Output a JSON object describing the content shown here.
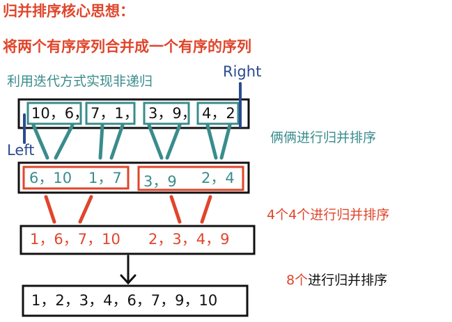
{
  "title": {
    "line1": "归并排序核心思想：",
    "line2": "将两个有序序列合并成一个有序的序列"
  },
  "subtitle": "利用迭代方式实现非递归",
  "pointers": {
    "left": "Left",
    "right": "Right"
  },
  "level0": {
    "groups": [
      "10，6，",
      "7，1，",
      "3，9，",
      "4，2"
    ]
  },
  "level1": {
    "groups": [
      "6，10",
      "1，7",
      "3，9",
      "2，4"
    ]
  },
  "level2": {
    "groups": [
      "1，6，7，10",
      "2，3，4，9"
    ]
  },
  "level3": {
    "text": "1，2，3，4，6，7，9，10"
  },
  "annotations": {
    "pairwise": "俩俩进行归并排序",
    "four_prefix": "4个4个",
    "four_suffix": "进行归并排序",
    "eight_prefix": "8个",
    "eight_suffix": "进行归并排序"
  },
  "colors": {
    "red": "#e0452b",
    "teal": "#3a8c8c",
    "navy": "#2a4b8f",
    "black": "#111111"
  }
}
